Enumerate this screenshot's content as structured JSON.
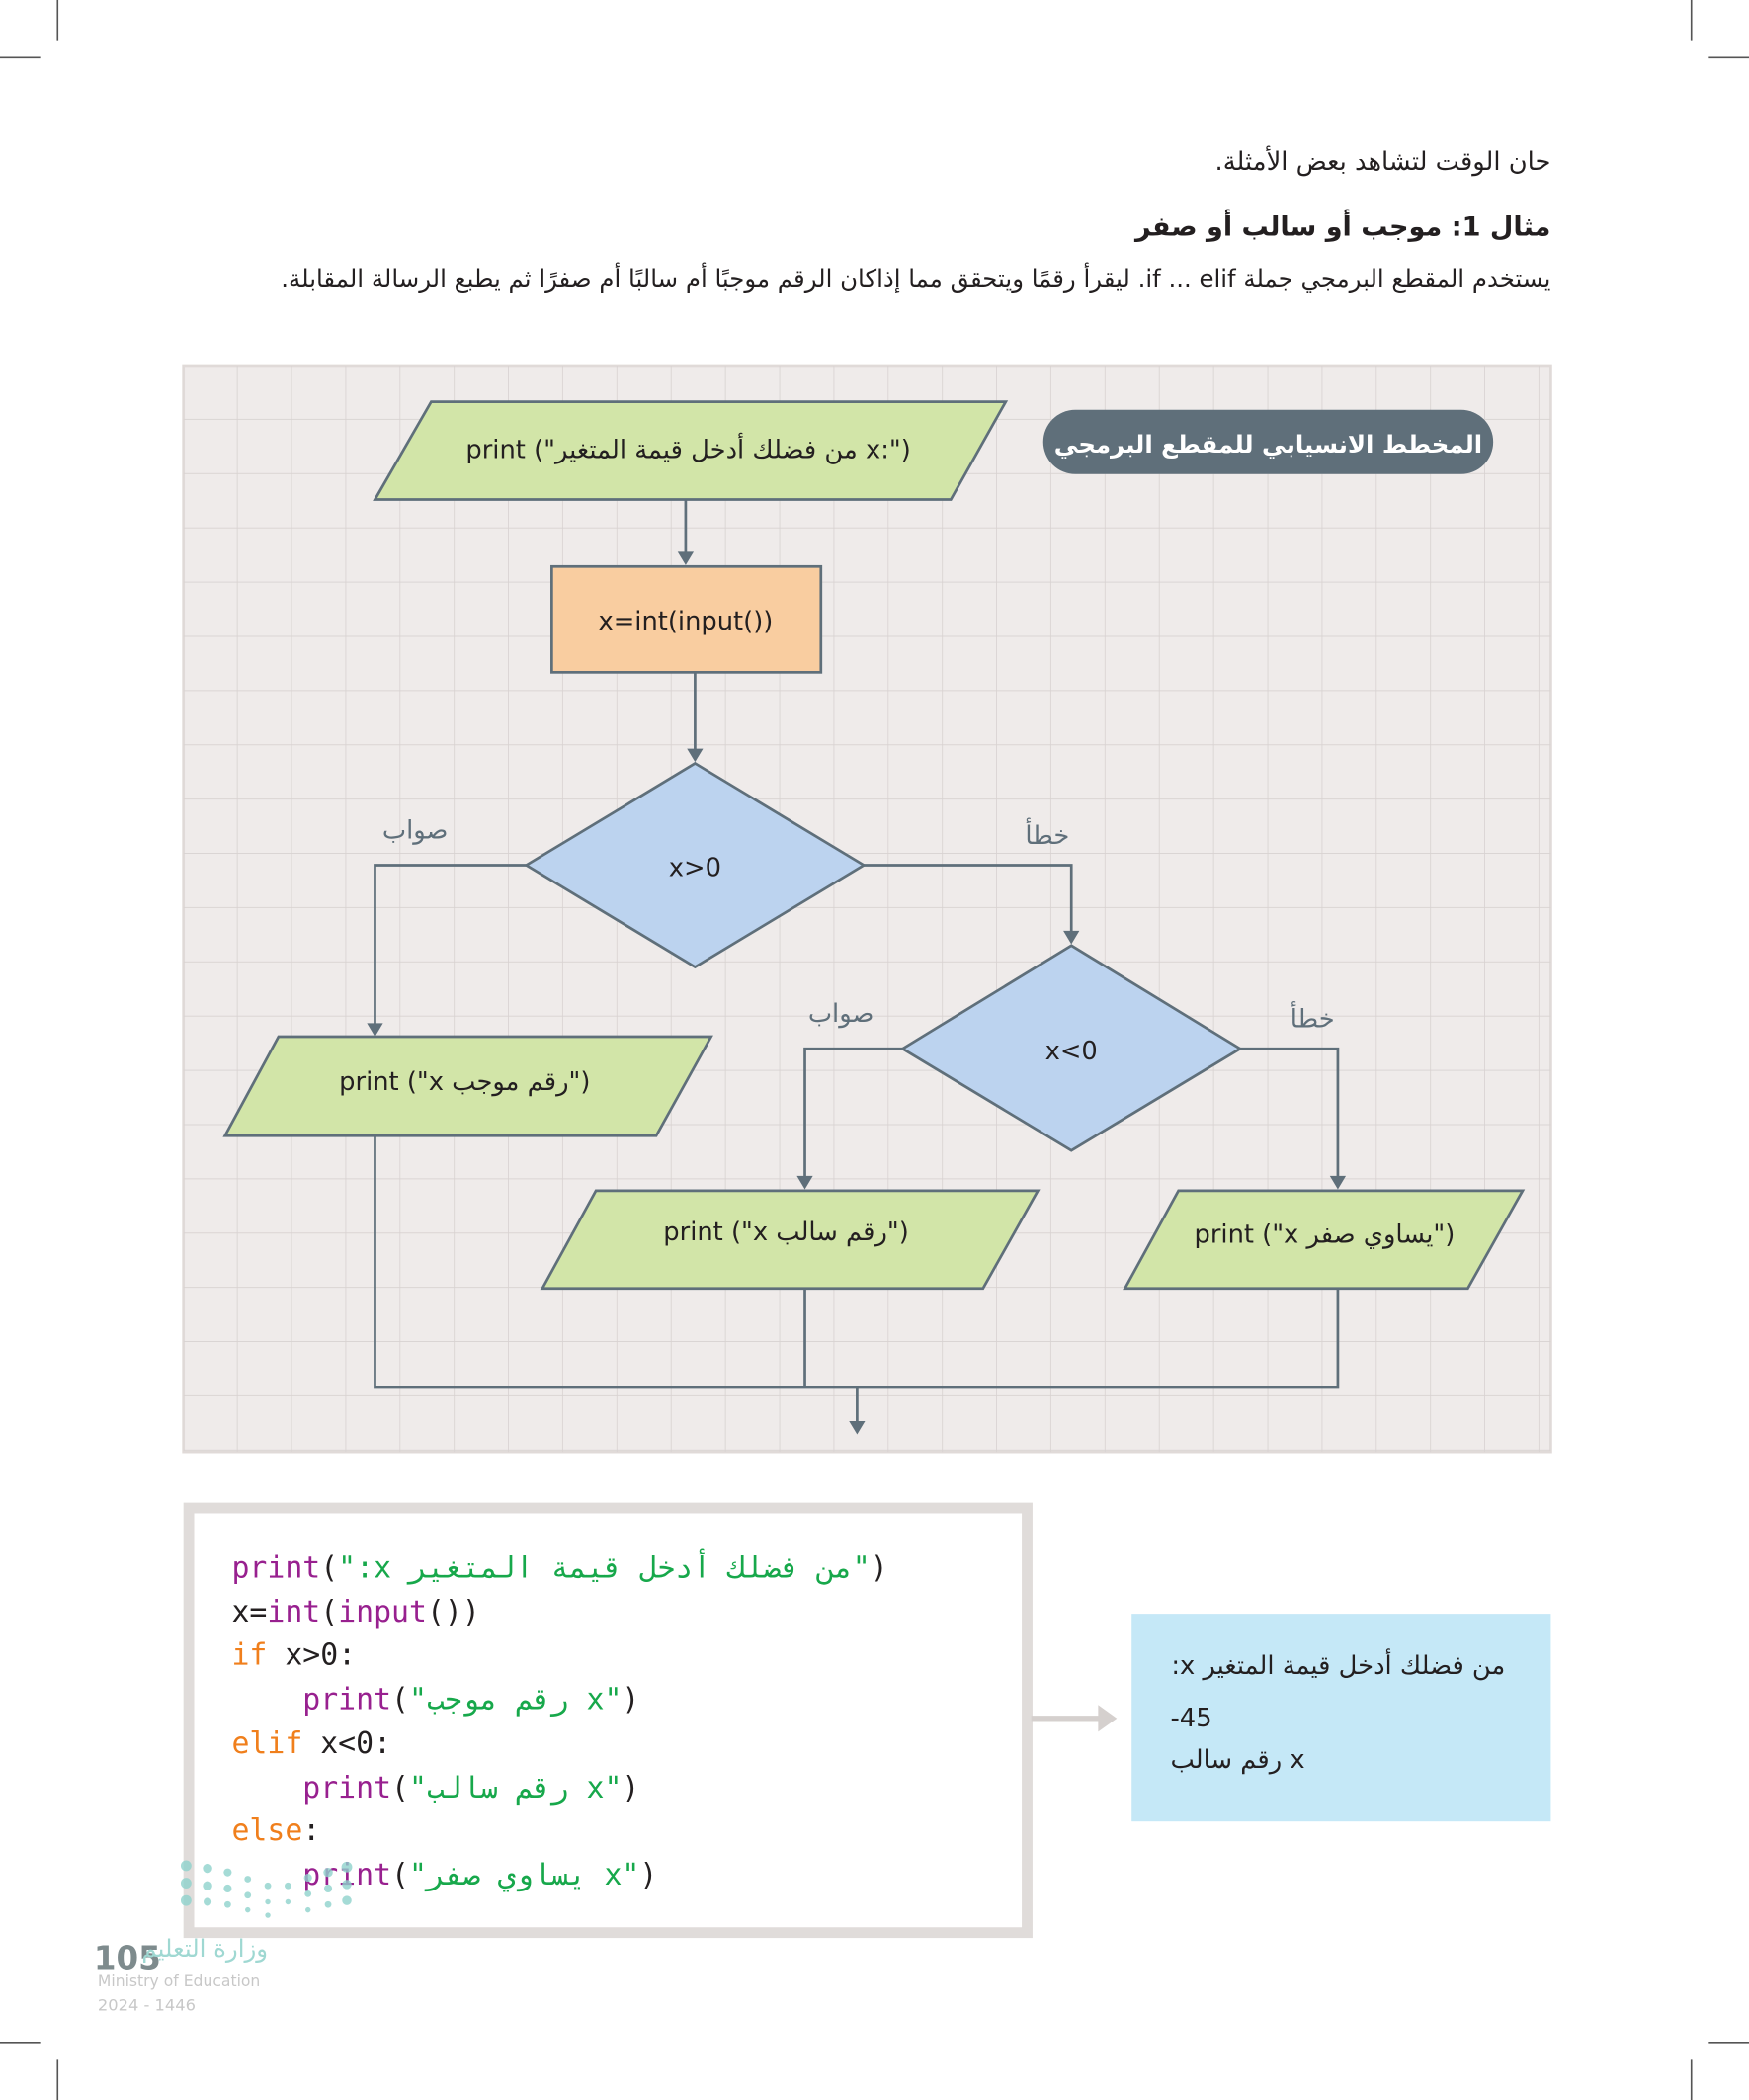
{
  "intro": {
    "line1": "حان الوقت لتشاهد بعض الأمثلة.",
    "heading": "مثال 1: موجب أو سالب أو صفر",
    "description": "يستخدم المقطع البرمجي جملة if ... elif. ليقرأ رقمًا ويتحقق مما إذاكان الرقم موجبًا أم سالبًا أم صفرًا ثم يطبع الرسالة المقابلة."
  },
  "flowchart": {
    "title": "المخطط الانسيابي للمقطع البرمجي",
    "input_prompt": "print (\"من فضلك أدخل قيمة المتغير x:\")",
    "process": "x=int(input())",
    "decision1": "x>0",
    "decision2": "x<0",
    "true_label": "صواب",
    "false_label": "خطأ",
    "out_positive": "print (\"x رقم موجب\")",
    "out_negative": "print (\"x رقم سالب\")",
    "out_zero": "print (\"x يساوي صفر\")"
  },
  "code": {
    "print": "print",
    "int": "int",
    "input": "input",
    "if": "if",
    "elif": "elif",
    "else": "else",
    "s_prompt": "\"من فضلك أدخل قيمة المتغير x:\"",
    "s_pos": "\"x رقم موجب\"",
    "s_neg": "\"x رقم سالب\"",
    "s_zero": "\"x يساوي صفر\"",
    "cond1": " x>0:",
    "cond2": " x<0:"
  },
  "output": {
    "prompt": "من فضلك أدخل قيمة المتغير x:",
    "value": "-45",
    "result": "x رقم سالب"
  },
  "footer": {
    "page_number": "105",
    "ministry_ar": "وزارة التعليم",
    "ministry_en": "Ministry of Education",
    "year": "2024 - 1446"
  }
}
